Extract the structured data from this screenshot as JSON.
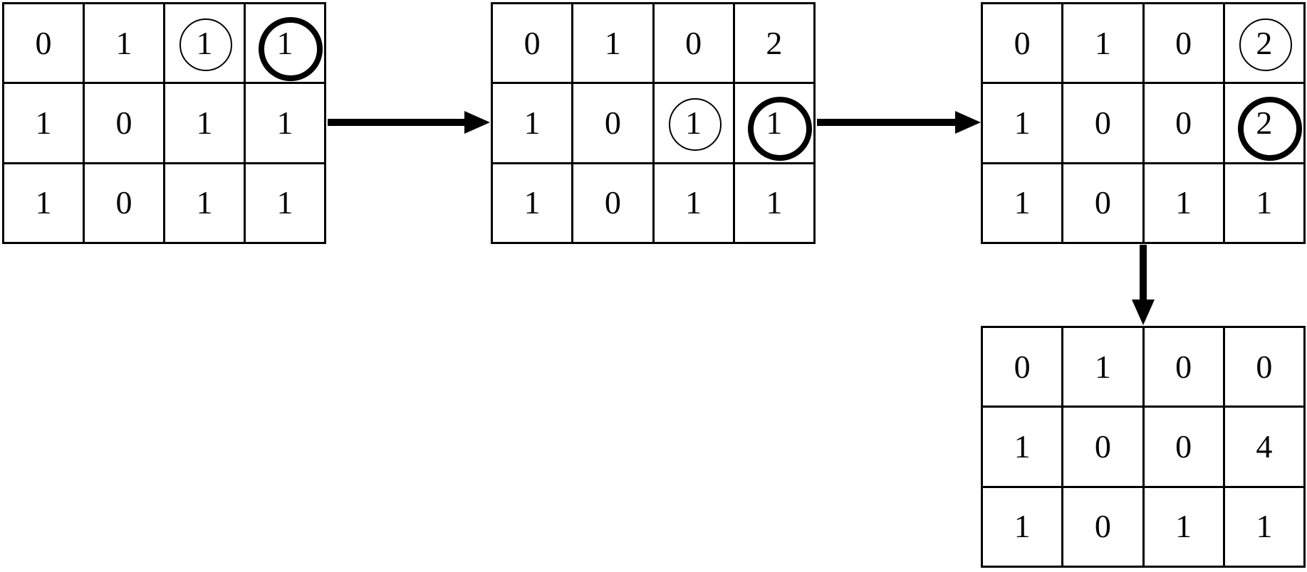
{
  "figure": {
    "type": "diagram",
    "description": "matrix-update-sequence",
    "background_color": "#ffffff",
    "line_color": "#000000"
  },
  "grids": [
    {
      "id": "grid-1",
      "rows": [
        [
          {
            "value": "0",
            "marker": "none"
          },
          {
            "value": "1",
            "marker": "none"
          },
          {
            "value": "1",
            "marker": "thin-circle"
          },
          {
            "value": "1",
            "marker": "bold-circle"
          }
        ],
        [
          {
            "value": "1",
            "marker": "none"
          },
          {
            "value": "0",
            "marker": "none"
          },
          {
            "value": "1",
            "marker": "none"
          },
          {
            "value": "1",
            "marker": "none"
          }
        ],
        [
          {
            "value": "1",
            "marker": "none"
          },
          {
            "value": "0",
            "marker": "none"
          },
          {
            "value": "1",
            "marker": "none"
          },
          {
            "value": "1",
            "marker": "none"
          }
        ]
      ]
    },
    {
      "id": "grid-2",
      "rows": [
        [
          {
            "value": "0",
            "marker": "none"
          },
          {
            "value": "1",
            "marker": "none"
          },
          {
            "value": "0",
            "marker": "none"
          },
          {
            "value": "2",
            "marker": "none"
          }
        ],
        [
          {
            "value": "1",
            "marker": "none"
          },
          {
            "value": "0",
            "marker": "none"
          },
          {
            "value": "1",
            "marker": "thin-circle"
          },
          {
            "value": "1",
            "marker": "bold-circle"
          }
        ],
        [
          {
            "value": "1",
            "marker": "none"
          },
          {
            "value": "0",
            "marker": "none"
          },
          {
            "value": "1",
            "marker": "none"
          },
          {
            "value": "1",
            "marker": "none"
          }
        ]
      ]
    },
    {
      "id": "grid-3",
      "rows": [
        [
          {
            "value": "0",
            "marker": "none"
          },
          {
            "value": "1",
            "marker": "none"
          },
          {
            "value": "0",
            "marker": "none"
          },
          {
            "value": "2",
            "marker": "thin-circle"
          }
        ],
        [
          {
            "value": "1",
            "marker": "none"
          },
          {
            "value": "0",
            "marker": "none"
          },
          {
            "value": "0",
            "marker": "none"
          },
          {
            "value": "2",
            "marker": "bold-circle"
          }
        ],
        [
          {
            "value": "1",
            "marker": "none"
          },
          {
            "value": "0",
            "marker": "none"
          },
          {
            "value": "1",
            "marker": "none"
          },
          {
            "value": "1",
            "marker": "none"
          }
        ]
      ]
    },
    {
      "id": "grid-4",
      "rows": [
        [
          {
            "value": "0",
            "marker": "none"
          },
          {
            "value": "1",
            "marker": "none"
          },
          {
            "value": "0",
            "marker": "none"
          },
          {
            "value": "0",
            "marker": "none"
          }
        ],
        [
          {
            "value": "1",
            "marker": "none"
          },
          {
            "value": "0",
            "marker": "none"
          },
          {
            "value": "0",
            "marker": "none"
          },
          {
            "value": "4",
            "marker": "none"
          }
        ],
        [
          {
            "value": "1",
            "marker": "none"
          },
          {
            "value": "0",
            "marker": "none"
          },
          {
            "value": "1",
            "marker": "none"
          },
          {
            "value": "1",
            "marker": "none"
          }
        ]
      ]
    }
  ],
  "arrows": [
    {
      "id": "arrow-grid1-to-grid2",
      "direction": "right"
    },
    {
      "id": "arrow-grid2-to-grid3",
      "direction": "right"
    },
    {
      "id": "arrow-grid3-to-grid4",
      "direction": "down"
    }
  ]
}
